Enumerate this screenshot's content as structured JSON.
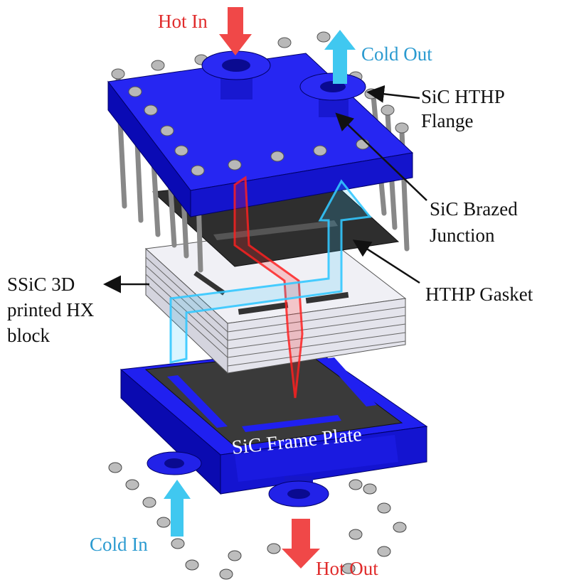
{
  "labels": {
    "hot_in": "Hot In",
    "cold_out": "Cold Out",
    "flange_line1": "SiC HTHP",
    "flange_line2": "Flange",
    "brazed_line1": "SiC Brazed",
    "brazed_line2": "Junction",
    "gasket": "HTHP Gasket",
    "hx_line1": "SSiC 3D",
    "hx_line2": "printed HX",
    "hx_line3": "block",
    "frame_plate": "SiC Frame Plate",
    "cold_in": "Cold In",
    "hot_out": "Hot Out"
  },
  "colors": {
    "plate_blue": "#1a1aee",
    "hot_flow": "#ff2a2a",
    "cold_flow": "#33c8ff",
    "gasket": "#333333",
    "hx_block": "#e8e8ef"
  }
}
